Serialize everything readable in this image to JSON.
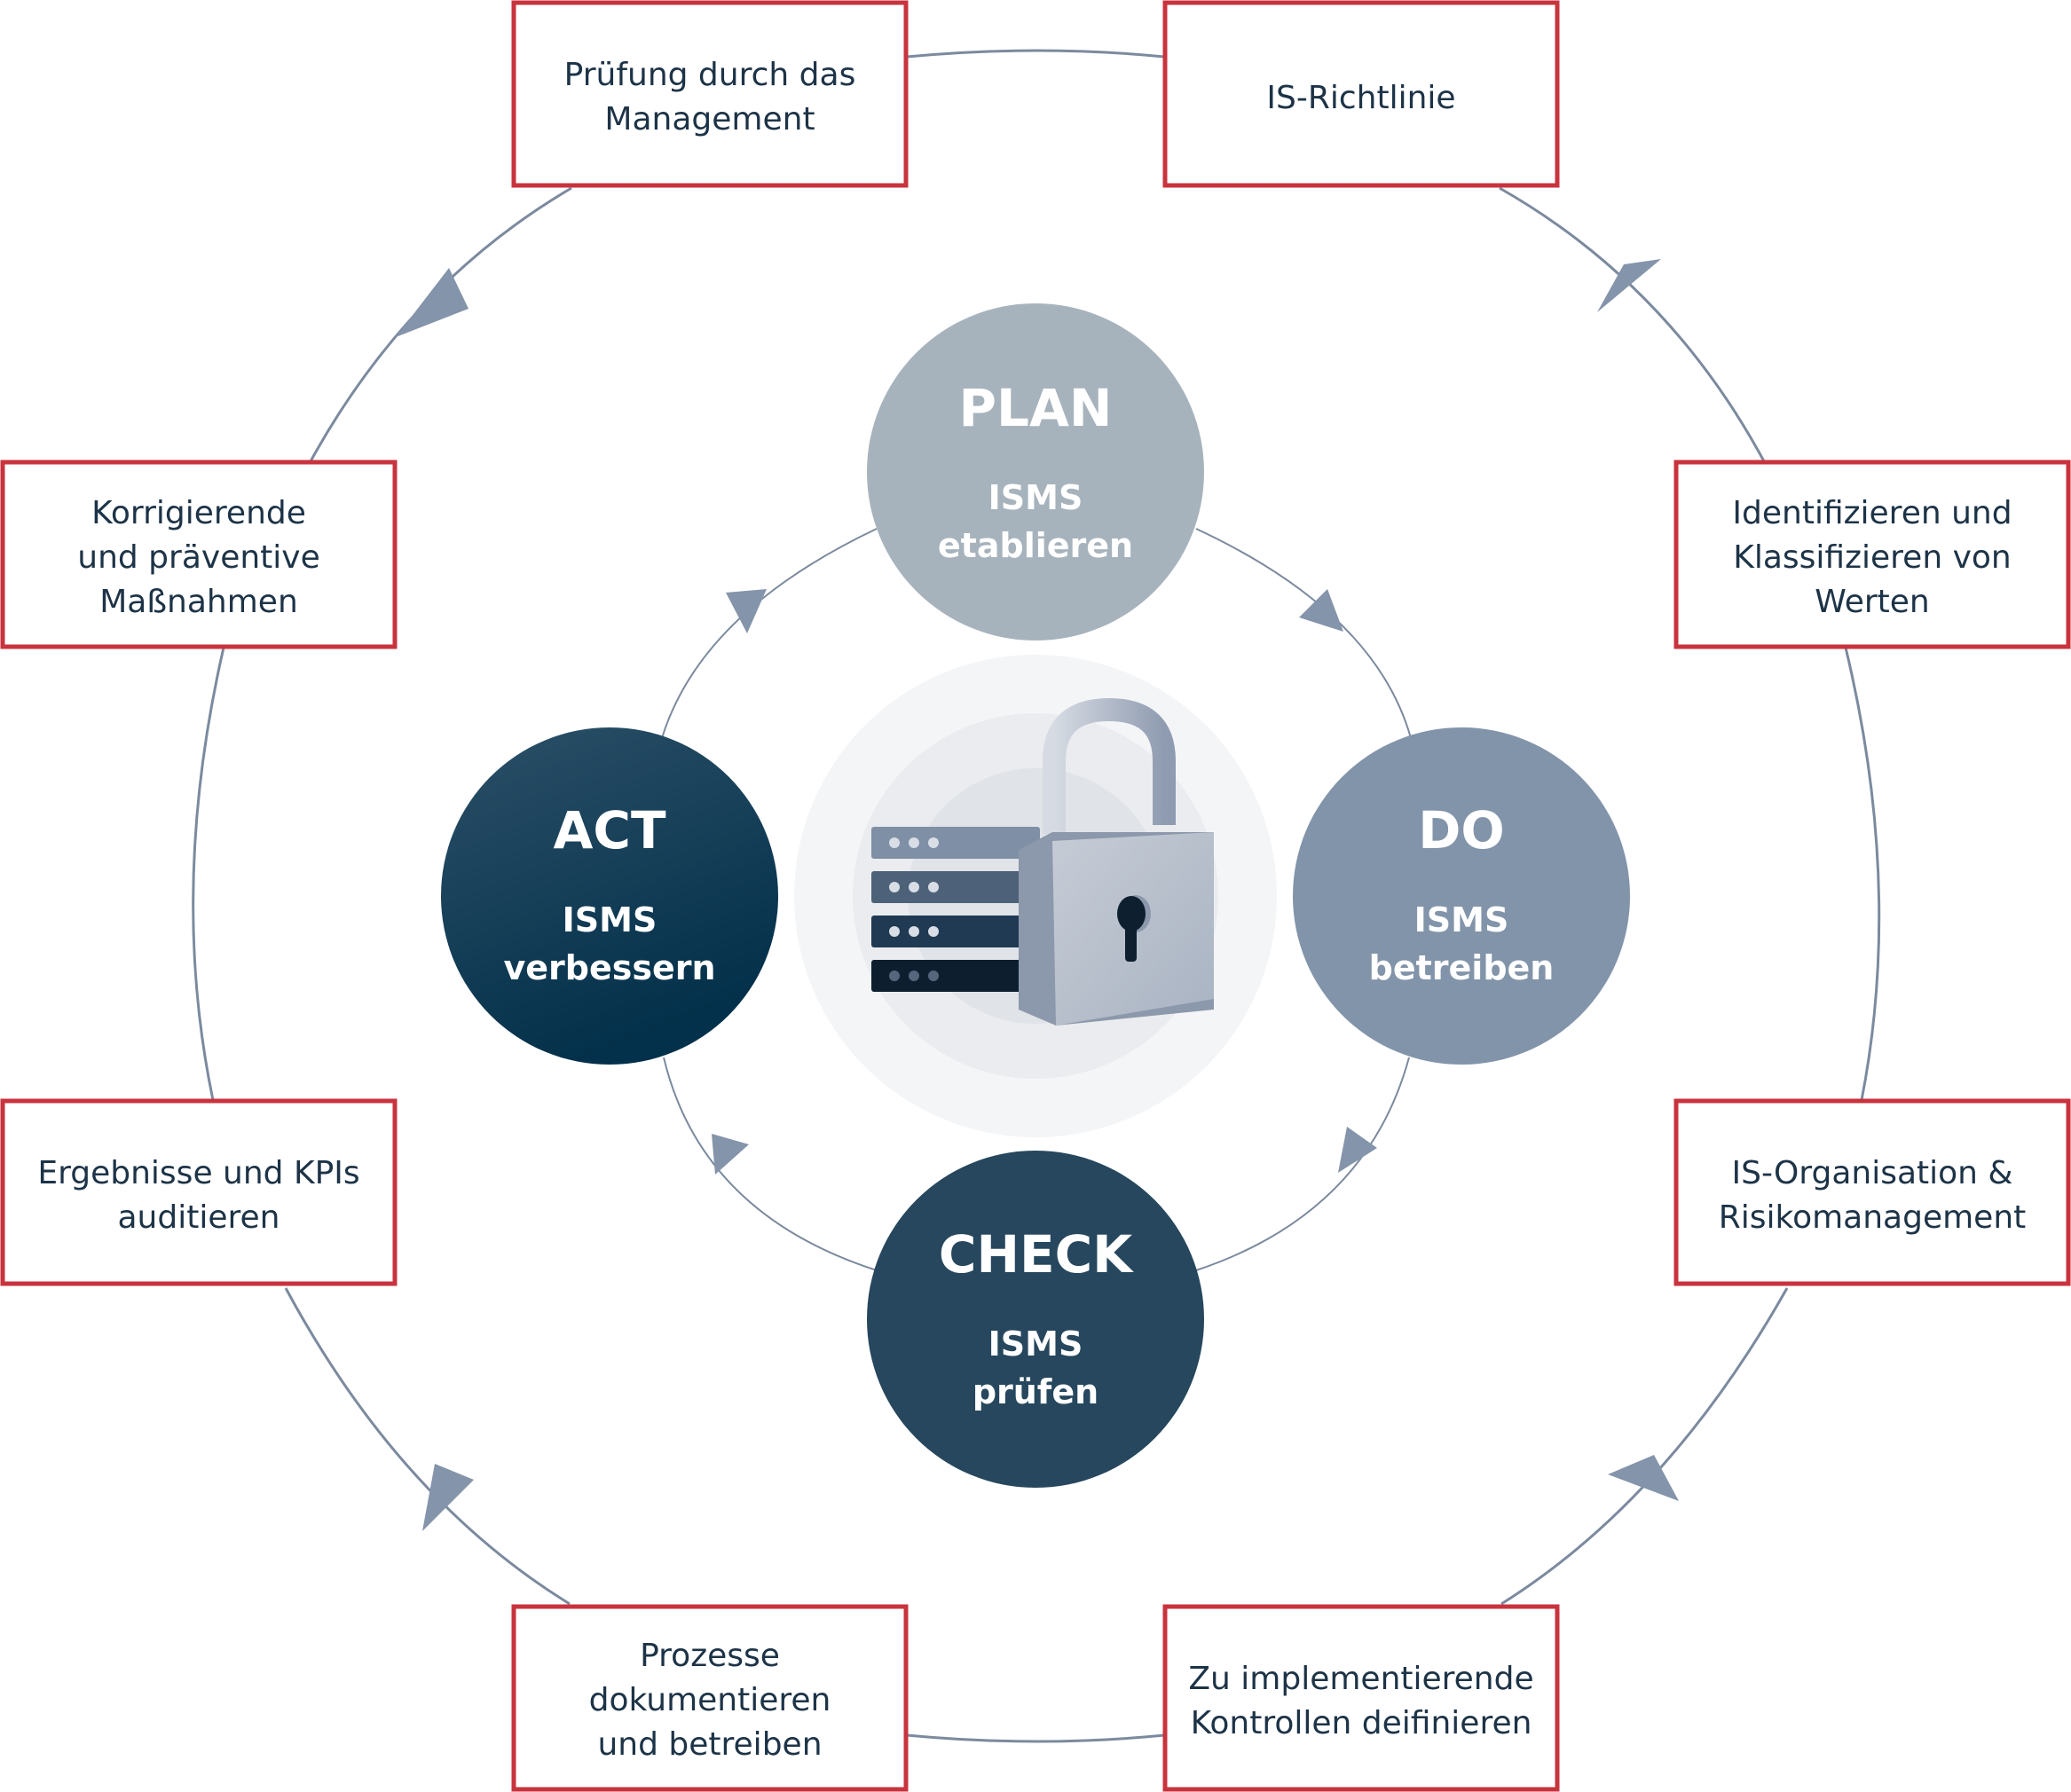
{
  "colors": {
    "box_border": "#c8333e",
    "box_text": "#1d3347",
    "ring_line": "#7b8a9e",
    "arrow": "#8494aa",
    "plan": "#a7b3bc",
    "do": "#8294a9",
    "check": "#26475d",
    "act": "#123750"
  },
  "phases": {
    "plan": {
      "title": "PLAN",
      "line1": "ISMS",
      "line2": "etablieren"
    },
    "do": {
      "title": "DO",
      "line1": "ISMS",
      "line2": "betreiben"
    },
    "check": {
      "title": "CHECK",
      "line1": "ISMS",
      "line2": "prüfen"
    },
    "act": {
      "title": "ACT",
      "line1": "ISMS",
      "line2": "verbessern"
    }
  },
  "steps": {
    "is_richtlinie": {
      "lines": [
        "IS-Richtlinie"
      ]
    },
    "werte": {
      "lines": [
        "Identifizieren und",
        "Klassifizieren von",
        "Werten"
      ]
    },
    "organisation": {
      "lines": [
        "IS-Organisation &",
        "Risikomanagement"
      ]
    },
    "kontrollen": {
      "lines": [
        "Zu implementierende",
        "Kontrollen deifinieren"
      ]
    },
    "prozesse": {
      "lines": [
        "Prozesse",
        "dokumentieren",
        "und betreiben"
      ]
    },
    "auditieren": {
      "lines": [
        "Ergebnisse und KPIs",
        "auditieren"
      ]
    },
    "massnahmen": {
      "lines": [
        "Korrigierende",
        "und präventive",
        "Maßnahmen"
      ]
    },
    "pruefung": {
      "lines": [
        "Prüfung durch das",
        "Management"
      ]
    }
  },
  "center_icon": "server-lock-icon"
}
